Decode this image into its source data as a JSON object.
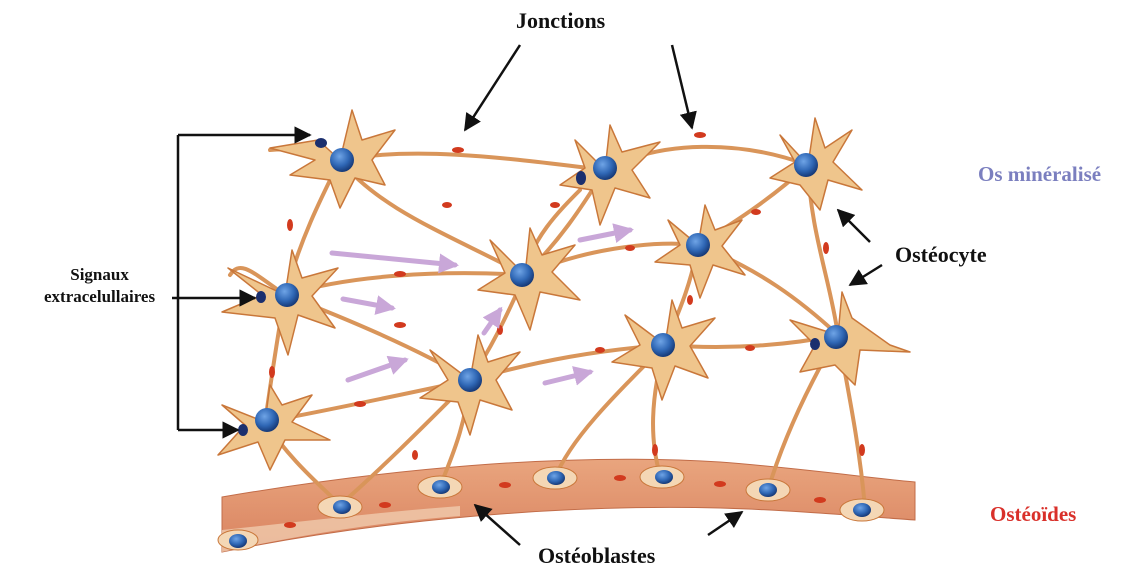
{
  "labels": {
    "jonctions": "Jonctions",
    "osteocyte": "Ostéocyte",
    "osteoblastes": "Ostéoblastes",
    "os_mineralise": "Os minéralisé",
    "osteoides": "Ostéoïdes",
    "signaux_line1": "Signaux",
    "signaux_line2": "extracelullaires"
  },
  "colors": {
    "cell_body": "#efc58c",
    "cell_edge": "#c9773a",
    "process": "#d9955a",
    "nucleus": "#2f67b5",
    "nucleus_dark": "#1b3f82",
    "junction": "#d23a1e",
    "signal_arrow": "#c9a7d8",
    "osteoid_band": "#e5946a",
    "os_mineralise_label": "#7b7fbf",
    "osteoides_label": "#d9302a",
    "annotation_arrow": "#111111"
  }
}
